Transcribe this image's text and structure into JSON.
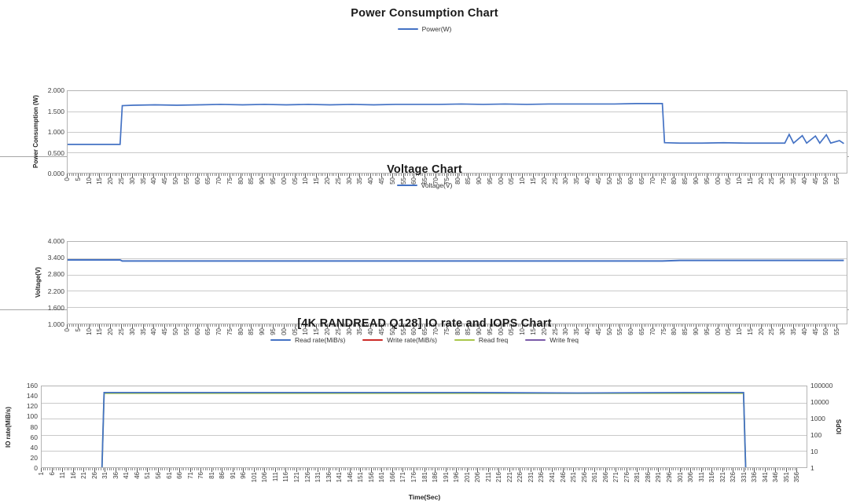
{
  "panels": [
    {
      "id": "power",
      "title": "Power Consumption Chart",
      "legend": [
        {
          "label": "Power(W)",
          "color": "#4472c4"
        }
      ],
      "y_title": "Power Consumption (W)",
      "y_ticks": [
        "0.000",
        "0.500",
        "1.000",
        "1.500",
        "2.000"
      ],
      "x_title": ""
    },
    {
      "id": "voltage",
      "title": "Voltage Chart",
      "legend": [
        {
          "label": "Voltage(V)",
          "color": "#4472c4"
        }
      ],
      "y_title": "Voltage(V)",
      "y_ticks": [
        "1.000",
        "1.600",
        "2.200",
        "2.800",
        "3.400",
        "4.000"
      ],
      "x_title": ""
    },
    {
      "id": "iops",
      "title": "[4K RANDREAD Q128] IO rate and IOPS Chart",
      "legend": [
        {
          "label": "Read rate(MiB/s)",
          "color": "#4472c4"
        },
        {
          "label": "Write rate(MiB/s)",
          "color": "#cc2b28"
        },
        {
          "label": "Read freq",
          "color": "#a9c74b"
        },
        {
          "label": "Write freq",
          "color": "#7a5aa8"
        }
      ],
      "y_title": "IO rate(MiB/s)",
      "y_ticks": [
        "0",
        "20",
        "40",
        "60",
        "80",
        "100",
        "120",
        "140",
        "160"
      ],
      "y2_title": "IOPS",
      "y2_ticks": [
        "1",
        "10",
        "100",
        "1000",
        "10000",
        "100000"
      ],
      "x_title": "Time(Sec)"
    }
  ],
  "chart_data": [
    {
      "type": "line",
      "title": "Power Consumption Chart",
      "xlabel": "",
      "ylabel": "Power Consumption (W)",
      "ylim": [
        0,
        2.0
      ],
      "ytick_values": [
        0,
        0.5,
        1.0,
        1.5,
        2.0
      ],
      "xlim": [
        0,
        357
      ],
      "xtick_start": 0,
      "xtick_step": 5,
      "xtick_end": 355,
      "xtick_labels_truncated": true,
      "grid": true,
      "legend_position": "top",
      "series": [
        {
          "name": "Power(W)",
          "color": "#4472c4",
          "units": "W",
          "idle_level": 0.72,
          "active_level": 1.66,
          "rise_time_sec": 25,
          "fall_time_sec": 272,
          "tail_level": 0.75,
          "tail_spikes": [
            {
              "t": 330,
              "value": 0.96
            },
            {
              "t": 336,
              "value": 0.93
            },
            {
              "t": 342,
              "value": 0.92
            },
            {
              "t": 347,
              "value": 0.95
            },
            {
              "t": 353,
              "value": 0.81
            }
          ],
          "points": [
            [
              0,
              0.72
            ],
            [
              5,
              0.72
            ],
            [
              10,
              0.72
            ],
            [
              15,
              0.72
            ],
            [
              20,
              0.72
            ],
            [
              24,
              0.72
            ],
            [
              25,
              1.65
            ],
            [
              30,
              1.66
            ],
            [
              40,
              1.67
            ],
            [
              50,
              1.66
            ],
            [
              60,
              1.67
            ],
            [
              70,
              1.68
            ],
            [
              80,
              1.67
            ],
            [
              90,
              1.68
            ],
            [
              100,
              1.67
            ],
            [
              110,
              1.68
            ],
            [
              120,
              1.67
            ],
            [
              130,
              1.68
            ],
            [
              140,
              1.67
            ],
            [
              150,
              1.68
            ],
            [
              160,
              1.68
            ],
            [
              170,
              1.68
            ],
            [
              180,
              1.69
            ],
            [
              190,
              1.68
            ],
            [
              200,
              1.69
            ],
            [
              210,
              1.68
            ],
            [
              220,
              1.69
            ],
            [
              230,
              1.69
            ],
            [
              240,
              1.69
            ],
            [
              250,
              1.69
            ],
            [
              260,
              1.7
            ],
            [
              270,
              1.7
            ],
            [
              272,
              1.7
            ],
            [
              273,
              0.76
            ],
            [
              280,
              0.75
            ],
            [
              290,
              0.75
            ],
            [
              300,
              0.76
            ],
            [
              310,
              0.75
            ],
            [
              320,
              0.75
            ],
            [
              328,
              0.75
            ],
            [
              330,
              0.96
            ],
            [
              332,
              0.75
            ],
            [
              336,
              0.93
            ],
            [
              338,
              0.75
            ],
            [
              342,
              0.92
            ],
            [
              344,
              0.75
            ],
            [
              347,
              0.95
            ],
            [
              349,
              0.75
            ],
            [
              353,
              0.81
            ],
            [
              355,
              0.74
            ]
          ]
        }
      ]
    },
    {
      "type": "line",
      "title": "Voltage Chart",
      "xlabel": "",
      "ylabel": "Voltage(V)",
      "ylim": [
        1.0,
        4.0
      ],
      "ytick_values": [
        1.0,
        1.6,
        2.2,
        2.8,
        3.4,
        4.0
      ],
      "xlim": [
        0,
        357
      ],
      "xtick_start": 0,
      "xtick_step": 5,
      "xtick_end": 355,
      "grid": true,
      "legend_position": "top",
      "series": [
        {
          "name": "Voltage(V)",
          "color": "#4472c4",
          "units": "V",
          "level_before": 3.35,
          "level_after": 3.31,
          "step_time_sec": 25,
          "points": [
            [
              0,
              3.35
            ],
            [
              10,
              3.35
            ],
            [
              20,
              3.35
            ],
            [
              24,
              3.35
            ],
            [
              25,
              3.31
            ],
            [
              40,
              3.31
            ],
            [
              80,
              3.31
            ],
            [
              120,
              3.31
            ],
            [
              160,
              3.31
            ],
            [
              200,
              3.31
            ],
            [
              240,
              3.31
            ],
            [
              272,
              3.31
            ],
            [
              280,
              3.33
            ],
            [
              320,
              3.33
            ],
            [
              355,
              3.33
            ]
          ]
        }
      ]
    },
    {
      "type": "line",
      "title": "[4K RANDREAD Q128] IO rate and IOPS Chart",
      "xlabel": "Time(Sec)",
      "ylabel": "IO rate(MiB/s)",
      "y2label": "IOPS",
      "ylim": [
        0,
        160
      ],
      "ytick_values": [
        0,
        20,
        40,
        60,
        80,
        100,
        120,
        140,
        160
      ],
      "y2_scale": "log",
      "y2lim": [
        1,
        100000
      ],
      "y2tick_values": [
        1,
        10,
        100,
        1000,
        10000,
        100000
      ],
      "xlim": [
        1,
        357
      ],
      "xtick_start": 1,
      "xtick_step": 5,
      "xtick_end": 356,
      "grid": true,
      "legend_position": "top",
      "series": [
        {
          "name": "Read rate(MiB/s)",
          "color": "#4472c4",
          "axis": "left",
          "idle_level": 0,
          "active_level": 148,
          "rise_time_sec": 30,
          "fall_time_sec": 328,
          "points": [
            [
              1,
              0
            ],
            [
              10,
              0
            ],
            [
              20,
              0
            ],
            [
              29,
              0
            ],
            [
              30,
              148
            ],
            [
              60,
              148
            ],
            [
              100,
              148
            ],
            [
              150,
              148
            ],
            [
              200,
              148
            ],
            [
              250,
              147
            ],
            [
              300,
              148
            ],
            [
              327,
              148
            ],
            [
              328,
              0
            ],
            [
              340,
              0
            ],
            [
              356,
              0
            ]
          ]
        },
        {
          "name": "Write rate(MiB/s)",
          "color": "#cc2b28",
          "axis": "left",
          "constant_level": 0,
          "points": [
            [
              1,
              0
            ],
            [
              100,
              0
            ],
            [
              200,
              0
            ],
            [
              300,
              0
            ],
            [
              356,
              0
            ]
          ]
        },
        {
          "name": "Read freq",
          "color": "#a9c74b",
          "axis": "right",
          "idle_level": 1,
          "active_level": 38000,
          "rise_time_sec": 30,
          "fall_time_sec": 328,
          "points": [
            [
              1,
              1
            ],
            [
              29,
              1
            ],
            [
              30,
              38000
            ],
            [
              100,
              38000
            ],
            [
              200,
              38000
            ],
            [
              300,
              38000
            ],
            [
              327,
              38000
            ],
            [
              328,
              1
            ],
            [
              356,
              1
            ]
          ]
        },
        {
          "name": "Write freq",
          "color": "#7a5aa8",
          "axis": "right",
          "constant_level": 1,
          "points": [
            [
              1,
              1
            ],
            [
              100,
              1
            ],
            [
              200,
              1
            ],
            [
              300,
              1
            ],
            [
              356,
              1
            ]
          ]
        }
      ]
    }
  ]
}
